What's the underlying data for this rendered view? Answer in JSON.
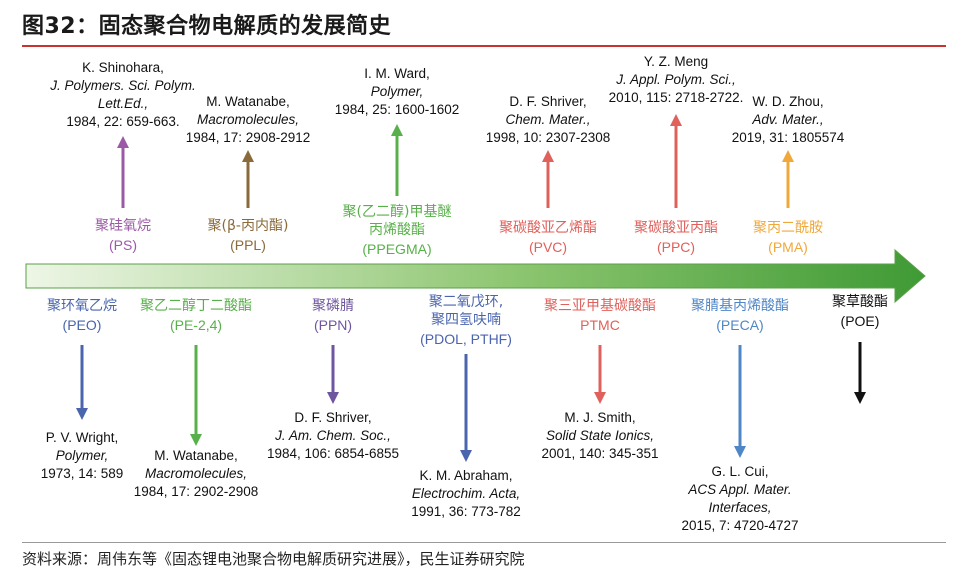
{
  "title": "图32：固态聚合物电解质的发展简史",
  "source": "资料来源：周伟东等《固态锂电池聚合物电解质研究进展》，民生证券研究院",
  "top": [
    {
      "name_cn": "聚硅氧烷",
      "abbr": "(PS)",
      "color": "#9b5aa6",
      "cite": [
        "K. Shinohara,",
        "J. Polymers. Sci. Polym.",
        "Lett.Ed.,",
        "1984, 22: 659-663."
      ],
      "italic": [
        false,
        true,
        true,
        false
      ]
    },
    {
      "name_cn": "聚(β-丙内酯)",
      "abbr": "(PPL)",
      "color": "#8a6a3a",
      "cite": [
        "M. Watanabe,",
        "Macromolecules,",
        "1984, 17: 2908-2912"
      ],
      "italic": [
        false,
        true,
        false
      ]
    },
    {
      "name_cn": "聚(乙二醇)甲基醚",
      "name_cn2": "丙烯酸酯",
      "abbr": "(PPEGMA)",
      "color": "#58b04a",
      "cite": [
        "I. M. Ward,",
        "Polymer,",
        "1984, 25: 1600-1602"
      ],
      "italic": [
        false,
        true,
        false
      ]
    },
    {
      "name_cn": "聚碳酸亚乙烯酯",
      "abbr": "(PVC)",
      "color": "#e0605b",
      "cite": [
        "D. F. Shriver,",
        "Chem. Mater.,",
        "1998, 10: 2307-2308"
      ],
      "italic": [
        false,
        true,
        false
      ]
    },
    {
      "name_cn": "聚碳酸亚丙酯",
      "abbr": "(PPC)",
      "color": "#e0605b",
      "cite": [
        "Y. Z. Meng",
        "J. Appl. Polym. Sci.,",
        "2010, 115: 2718-2722."
      ],
      "italic": [
        false,
        true,
        false
      ]
    },
    {
      "name_cn": "聚丙二酰胺",
      "abbr": "(PMA)",
      "color": "#f0a83a",
      "cite": [
        "W. D. Zhou,",
        "Adv. Mater.,",
        "2019, 31: 1805574"
      ],
      "italic": [
        false,
        true,
        false
      ]
    }
  ],
  "bottom": [
    {
      "name_cn": "聚环氧乙烷",
      "abbr": "(PEO)",
      "color": "#4a64ad",
      "cite": [
        "P. V. Wright,",
        "Polymer,",
        "1973, 14: 589"
      ],
      "italic": [
        false,
        true,
        false
      ]
    },
    {
      "name_cn": "聚乙二醇丁二酸酯",
      "abbr": "(PE-2,4)",
      "color": "#58b04a",
      "cite": [
        "M. Watanabe,",
        "Macromolecules,",
        "1984, 17: 2902-2908"
      ],
      "italic": [
        false,
        true,
        false
      ]
    },
    {
      "name_cn": "聚磷腈",
      "abbr": "(PPN)",
      "color": "#6f55a0",
      "cite": [
        "D. F. Shriver,",
        "J. Am. Chem. Soc.,",
        "1984, 106: 6854-6855"
      ],
      "italic": [
        false,
        true,
        false
      ]
    },
    {
      "name_cn": "聚二氧戊环,",
      "name_cn2": "聚四氢呋喃",
      "abbr": "(PDOL, PTHF)",
      "color": "#4a64ad",
      "cite": [
        "K. M. Abraham,",
        "Electrochim. Acta,",
        "1991, 36: 773-782"
      ],
      "italic": [
        false,
        true,
        false
      ]
    },
    {
      "name_cn": "聚三亚甲基碳酸酯",
      "abbr": "PTMC",
      "color": "#e0605b",
      "cite": [
        "M. J. Smith,",
        "Solid State Ionics,",
        "2001, 140: 345-351"
      ],
      "italic": [
        false,
        true,
        false
      ]
    },
    {
      "name_cn": "聚腈基丙烯酸酯",
      "abbr": "(PECA)",
      "color": "#4f86c6",
      "cite": [
        "G. L. Cui,",
        "ACS Appl. Mater.",
        "Interfaces,",
        "2015, 7: 4720-4727"
      ],
      "italic": [
        false,
        true,
        true,
        false
      ]
    },
    {
      "name_cn": "聚草酸酯",
      "abbr": "(POE)",
      "color": "#111111",
      "cite": [],
      "italic": []
    }
  ]
}
